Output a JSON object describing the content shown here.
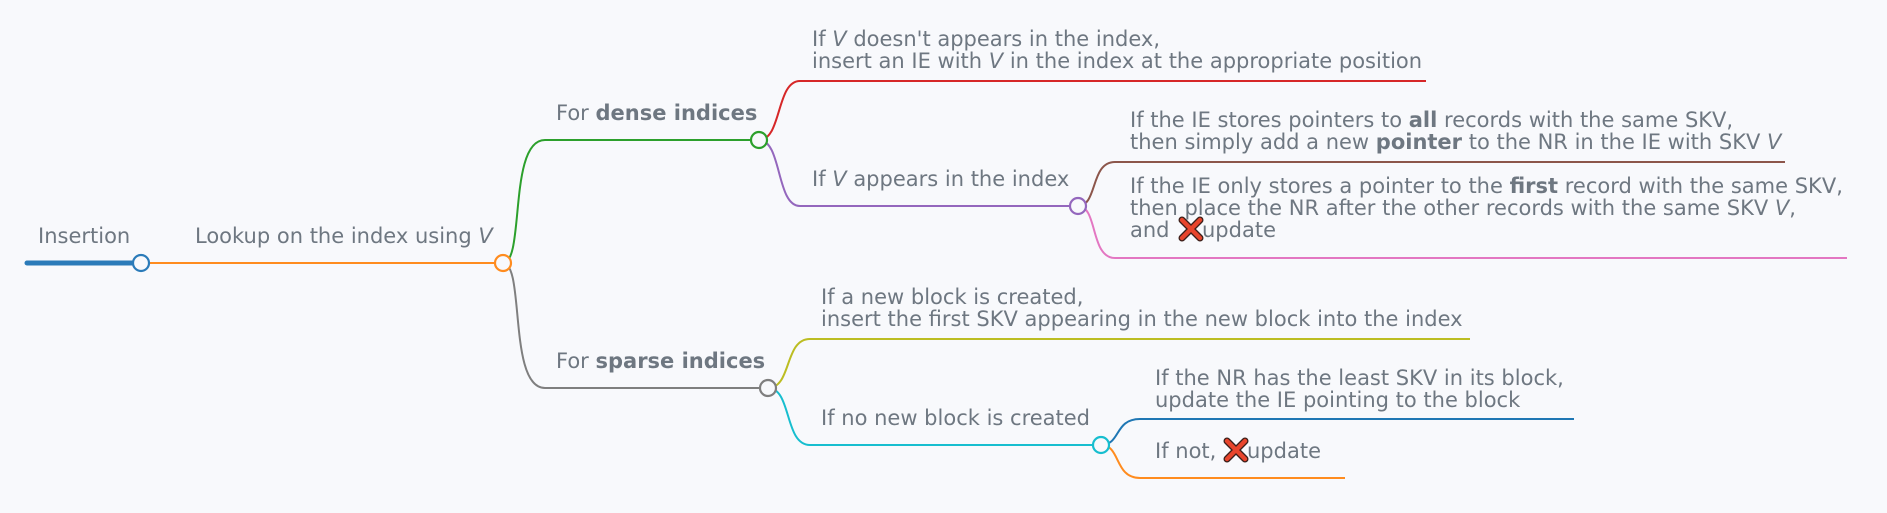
{
  "colors": {
    "root": "#2b7bb9",
    "lookup": "#ff8c1f",
    "dense": "#2ca02c",
    "sparse": "#7f7f7f",
    "dense_absent": "#d62728",
    "dense_present": "#9467bd",
    "all_pointers": "#8c564b",
    "first_pointer": "#e377c2",
    "new_block": "#bcbd22",
    "no_new_block": "#17becf",
    "least_skv": "#1f77b4",
    "if_not": "#ff8c1f",
    "text": "#6e7781",
    "cross_fill": "#e8452c"
  },
  "nodes": {
    "insertion": {
      "text": "Insertion"
    },
    "lookup": {
      "text": "Lookup on the index using ",
      "var": "V"
    },
    "dense": {
      "prefix": "For ",
      "bold": "dense indices"
    },
    "sparse": {
      "prefix": "For ",
      "bold": "sparse indices"
    },
    "dense_absent": {
      "line1": [
        "If ",
        "V",
        " doesn't appears in the index,"
      ],
      "line2": [
        "insert an IE with ",
        "V",
        " in the index at the appropriate position"
      ]
    },
    "dense_present": {
      "line1": [
        "If ",
        "V",
        " appears in the index"
      ]
    },
    "all_pointers": {
      "line1": [
        "If the IE stores pointers to ",
        "all",
        " records with the same SKV,"
      ],
      "line2": [
        "then simply add a new ",
        "pointer",
        " to the NR in the IE with SKV ",
        "V"
      ]
    },
    "first_pointer": {
      "line1": [
        "If the IE only stores a pointer to the ",
        "first",
        " record with the same SKV,"
      ],
      "line2": [
        "then place the NR after the other records with the same SKV ",
        "V",
        ","
      ],
      "line3": [
        "and ",
        " update"
      ]
    },
    "new_block": {
      "line1": "If a new block is created,",
      "line2": "insert the first SKV appearing in the new block into the index"
    },
    "no_new_block": {
      "text": "If no new block is created"
    },
    "least_skv": {
      "line1": "If the NR has the least SKV in its block,",
      "line2": "update the IE pointing to the block"
    },
    "if_not": {
      "prefix": "If not, ",
      "suffix": " update"
    }
  },
  "icons": {
    "cross": "cross-mark-icon"
  }
}
